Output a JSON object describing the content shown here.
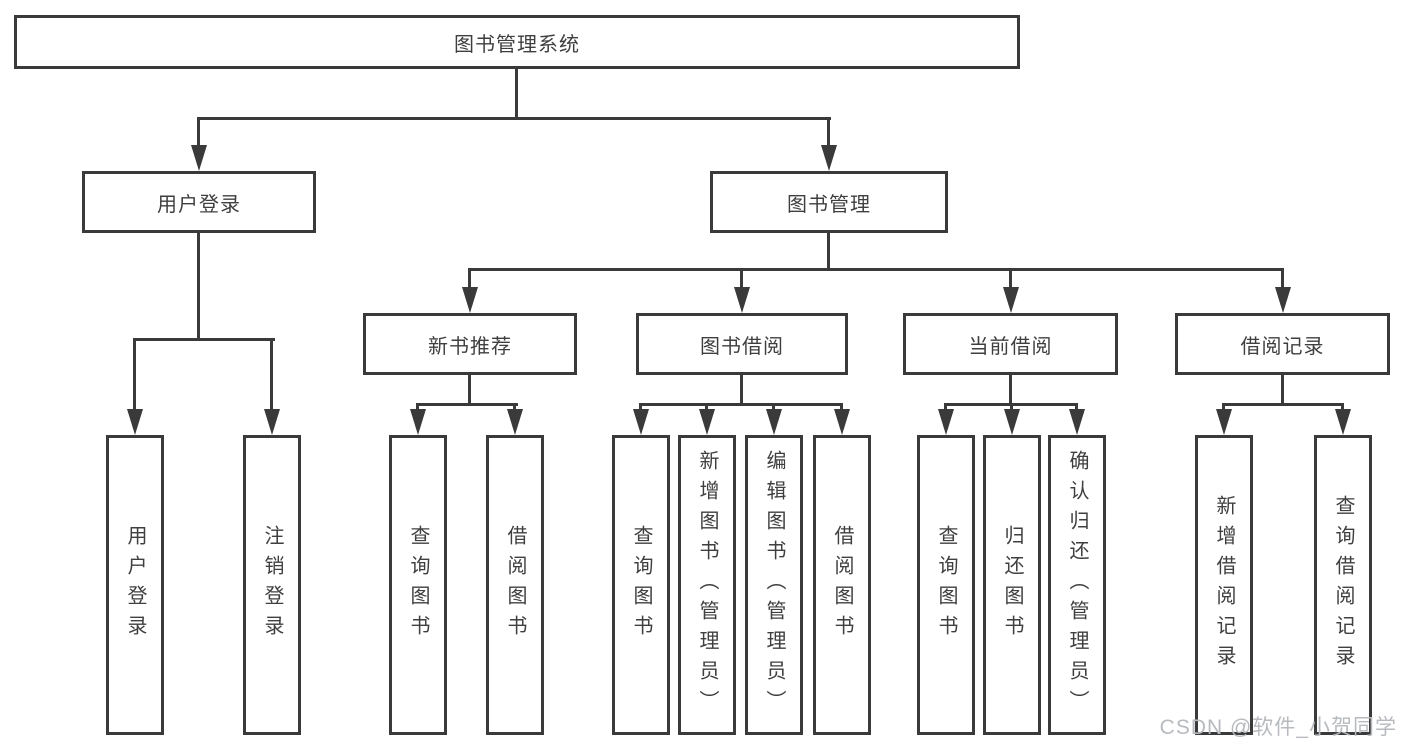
{
  "diagram": {
    "root": {
      "label": "图书管理系统"
    },
    "level2": [
      {
        "label": "用户登录"
      },
      {
        "label": "图书管理"
      }
    ],
    "level3": [
      {
        "label": "新书推荐"
      },
      {
        "label": "图书借阅"
      },
      {
        "label": "当前借阅"
      },
      {
        "label": "借阅记录"
      }
    ],
    "leaves": [
      {
        "label": "用户登录"
      },
      {
        "label": "注销登录"
      },
      {
        "label": "查询图书"
      },
      {
        "label": "借阅图书"
      },
      {
        "label": "查询图书"
      },
      {
        "label": "新增图书（管理员）"
      },
      {
        "label": "编辑图书（管理员）"
      },
      {
        "label": "借阅图书"
      },
      {
        "label": "查询图书"
      },
      {
        "label": "归还图书"
      },
      {
        "label": "确认归还（管理员）"
      },
      {
        "label": "新增借阅记录"
      },
      {
        "label": "查询借阅记录"
      }
    ]
  },
  "watermark": {
    "text": "CSDN @软件_小贺同学"
  },
  "colors": {
    "line": "#3a3a3a",
    "text": "#3f3f3f",
    "watermark": "#b7babe",
    "background": "#ffffff"
  }
}
